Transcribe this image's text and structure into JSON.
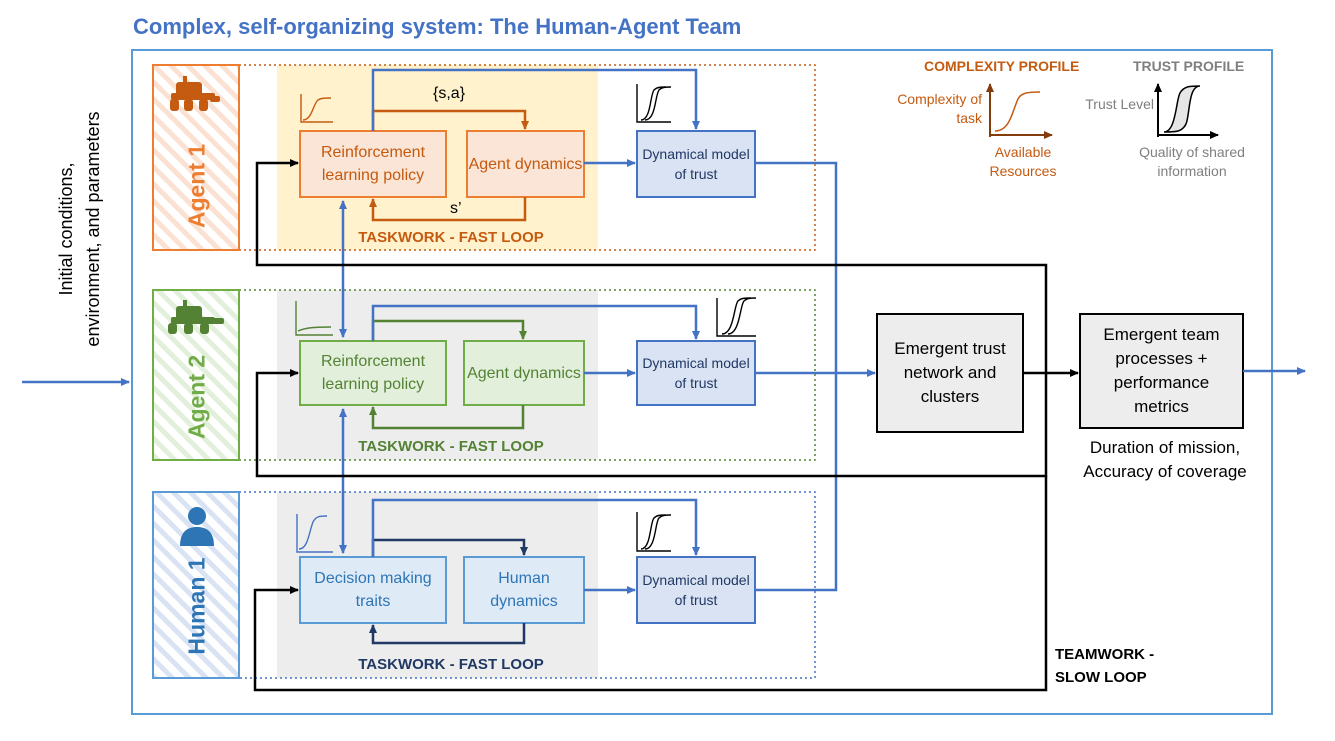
{
  "title": "Complex, self-organizing system: The Human-Agent Team",
  "input_label": {
    "line1": "Initial conditions,",
    "line2": "environment,  and parameters"
  },
  "agent1": {
    "name": "Agent 1",
    "policy": "Reinforcement learning policy",
    "dynamics": "Agent dynamics",
    "trust_model": "Dynamical model of trust",
    "state_action": "{s,a}",
    "next_state": "s’",
    "loop": "TASKWORK - FAST LOOP"
  },
  "agent2": {
    "name": "Agent 2",
    "policy": "Reinforcement learning policy",
    "dynamics": "Agent dynamics",
    "trust_model": "Dynamical model of trust",
    "loop": "TASKWORK - FAST LOOP"
  },
  "human1": {
    "name": "Human 1",
    "traits": "Decision making traits",
    "dynamics": "Human dynamics",
    "trust_model": "Dynamical model of trust",
    "loop": "TASKWORK - FAST LOOP"
  },
  "emergent_trust": "Emergent trust network and clusters",
  "emergent_team": "Emergent team processes + performance metrics",
  "metrics_note": {
    "line1": "Duration of mission,",
    "line2": "Accuracy of coverage"
  },
  "teamwork_loop": {
    "line1": "TEAMWORK -",
    "line2": "SLOW LOOP"
  },
  "complexity_profile": {
    "title": "COMPLEXITY PROFILE",
    "y_label": "Complexity of task",
    "x_label": "Available Resources"
  },
  "trust_profile": {
    "title": "TRUST PROFILE",
    "y_label": "Trust Level",
    "x_label": "Quality of shared information"
  },
  "colors": {
    "blue": "#4472c4",
    "orange": "#c55a11",
    "green": "#548235",
    "navy": "#203864",
    "orange_fill": "#fce4d6",
    "green_fill": "#e2efda",
    "blue_fill": "#dae3f3",
    "highlight_orange": "#fff2cc",
    "highlight_gray": "#ededed"
  },
  "icons": [
    "rover-orange-icon",
    "rover-green-icon",
    "person-icon"
  ]
}
